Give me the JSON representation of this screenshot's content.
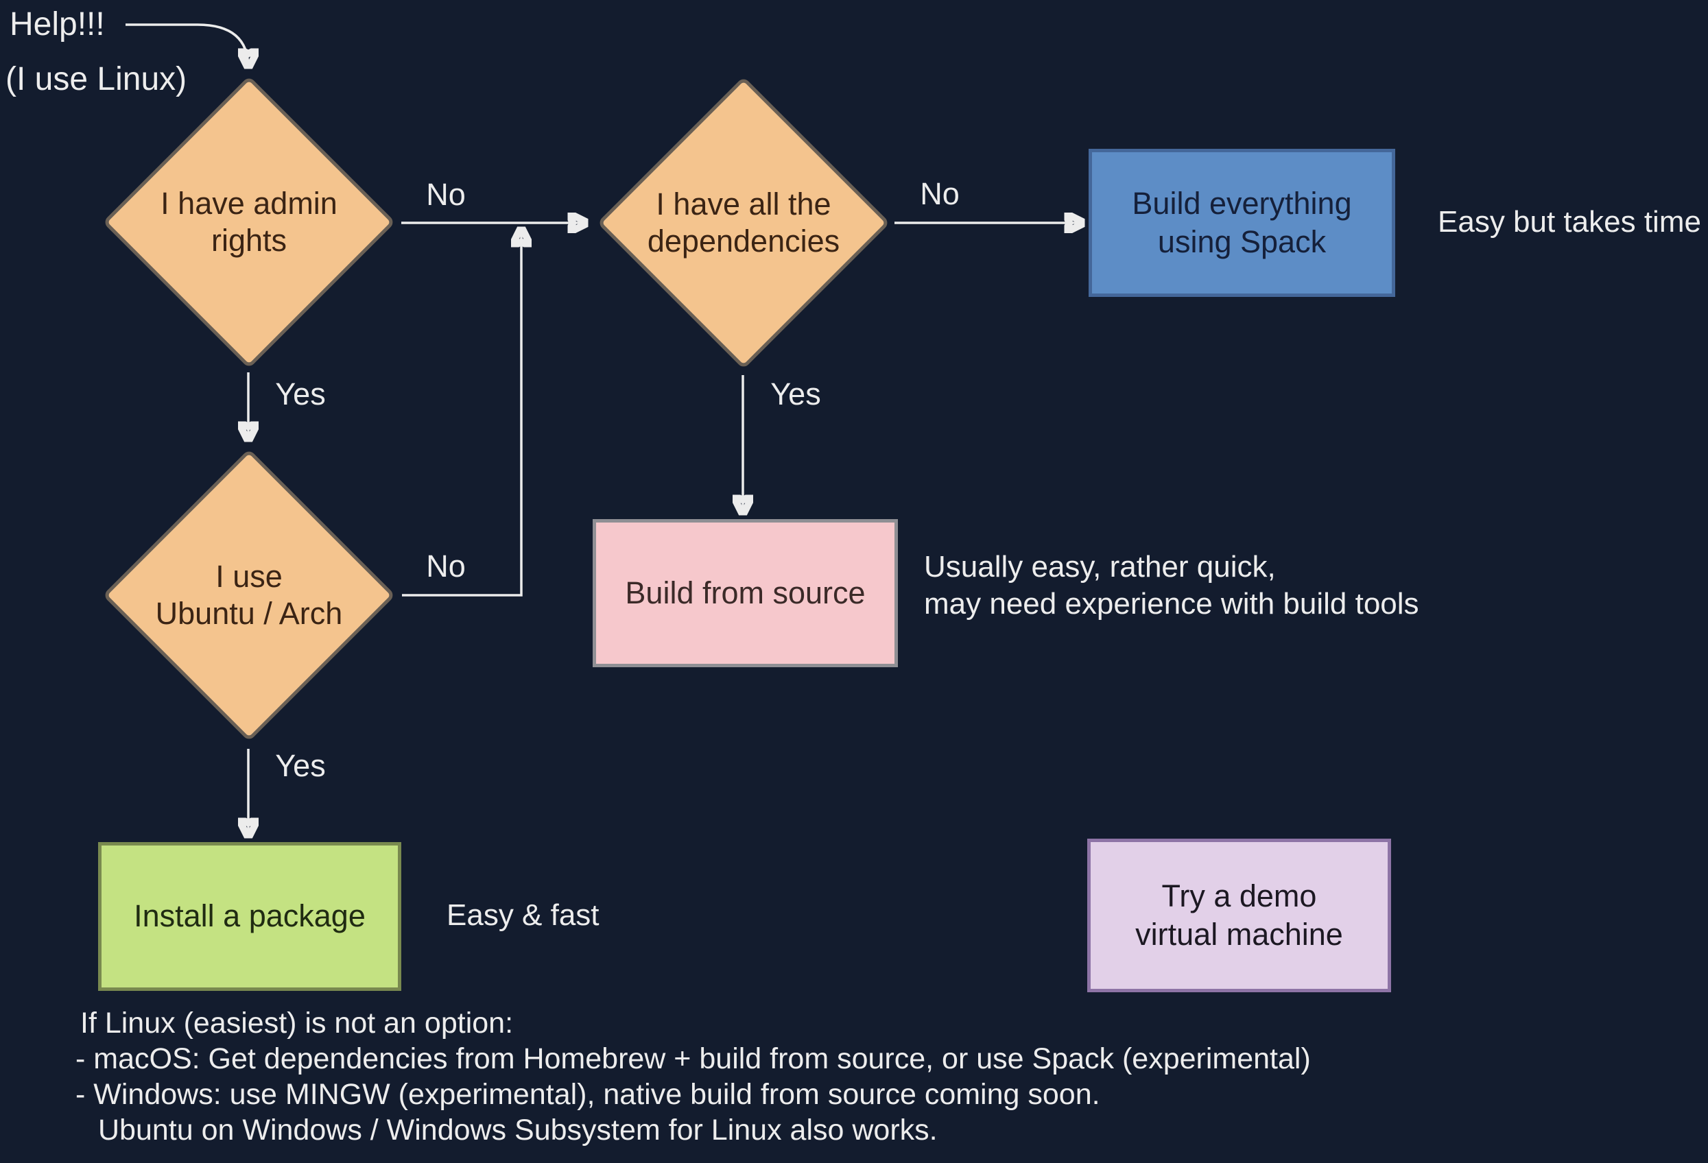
{
  "page": {
    "background_color": "#131c2e",
    "arrow_color": "#ececec",
    "text_color": "#ededed"
  },
  "intro": {
    "line1": "Help!!!",
    "line2": "(I use Linux)"
  },
  "decisions": {
    "admin": {
      "label": "I have admin\nrights",
      "fill": "#f4c48e",
      "border": "#6a6055",
      "text_color": "#3b2414"
    },
    "deps": {
      "label": "I have all the\ndependencies",
      "fill": "#f4c48e",
      "border": "#6a6055",
      "text_color": "#3b2414"
    },
    "distro": {
      "label": "I use\nUbuntu / Arch",
      "fill": "#f4c48e",
      "border": "#6a6055",
      "text_color": "#3b2414"
    }
  },
  "outcomes": {
    "spack": {
      "label": "Build everything\nusing Spack",
      "fill": "#5d8dc6",
      "border": "#44679a",
      "text_color": "#15203a",
      "note": "Easy but takes time"
    },
    "source": {
      "label": "Build from source",
      "fill": "#f6c8cc",
      "border": "#8f8f94",
      "text_color": "#3b2a28",
      "note": "Usually easy, rather quick,\nmay need experience with build tools"
    },
    "package": {
      "label": "Install a package",
      "fill": "#c4e282",
      "border": "#79894f",
      "text_color": "#202b12",
      "note": "Easy & fast"
    },
    "vm": {
      "label": "Try a demo\nvirtual machine",
      "fill": "#e2d0e8",
      "border": "#8e74a6",
      "text_color": "#1c1822"
    }
  },
  "edge_labels": {
    "admin_no": "No",
    "admin_yes": "Yes",
    "deps_no": "No",
    "deps_yes": "Yes",
    "distro_no": "No",
    "distro_yes": "Yes"
  },
  "footer": {
    "lines": [
      "If Linux (easiest) is not an option:",
      "- macOS: Get dependencies from Homebrew + build from source, or use Spack (experimental)",
      "- Windows: use MINGW (experimental), native build from source coming soon.",
      "Ubuntu on Windows / Windows Subsystem for Linux also works."
    ]
  }
}
